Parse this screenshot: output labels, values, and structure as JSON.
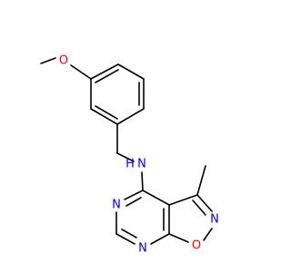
{
  "diagram": {
    "type": "chemical-structure",
    "colors": {
      "bond": "#000000",
      "nitrogen": "#0000ff",
      "oxygen": "#ff0000",
      "carbon_label": "#000000"
    },
    "atoms": [
      {
        "id": "O_methoxy",
        "symbol": "O",
        "element": "oxygen"
      },
      {
        "id": "N_amine",
        "symbol": "N",
        "element": "nitrogen"
      },
      {
        "id": "H_amine",
        "symbol": "H",
        "element": "nitrogen"
      },
      {
        "id": "N_pyr1",
        "symbol": "N",
        "element": "nitrogen"
      },
      {
        "id": "N_pyr2",
        "symbol": "N",
        "element": "nitrogen"
      },
      {
        "id": "N_isox",
        "symbol": "N",
        "element": "nitrogen"
      },
      {
        "id": "O_isox",
        "symbol": "O",
        "element": "oxygen"
      }
    ]
  }
}
